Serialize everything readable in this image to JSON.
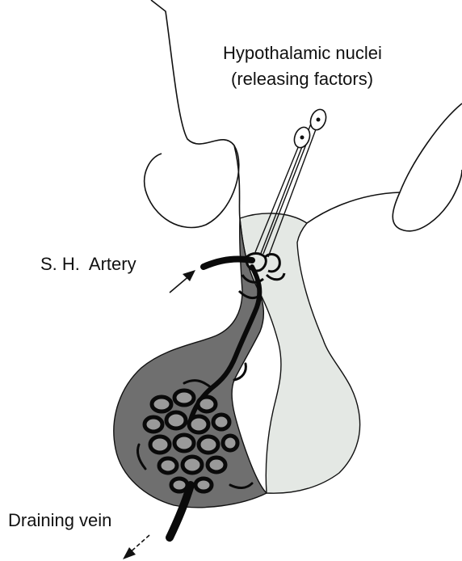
{
  "labels": {
    "hypothalamic_nuclei": "Hypothalamic nuclei",
    "releasing_factors": "(releasing factors)",
    "sh_artery": "S. H.  Artery",
    "draining_vein": "Draining vein"
  },
  "colors": {
    "outline": "#111111",
    "anterior_lobe": "#6f6f6f",
    "posterior_lobe": "#e4e8e4",
    "vessels": "#0a0a0a",
    "capillary_spaces": "#9a9a9a"
  }
}
